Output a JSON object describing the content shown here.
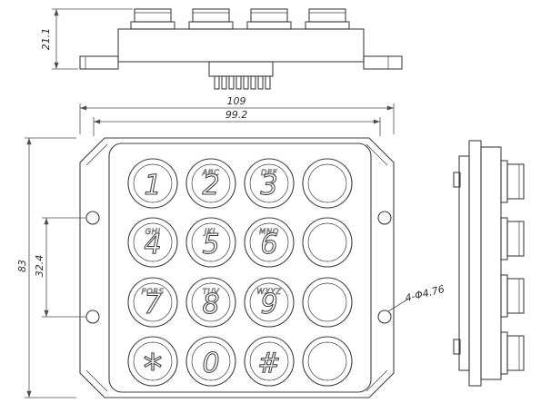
{
  "page": {
    "background": "#ffffff",
    "line_color": "#3f3f3f"
  },
  "dims": {
    "side_height": "21.1",
    "overall_width": "109",
    "inner_width": "99.2",
    "overall_height": "83",
    "hole_spacing": "32.4",
    "holes_note": "4-Φ4.76"
  },
  "keys": [
    {
      "digit": "1",
      "letters": ""
    },
    {
      "digit": "2",
      "letters": "ABC"
    },
    {
      "digit": "3",
      "letters": "DEF"
    },
    {
      "digit": "",
      "letters": ""
    },
    {
      "digit": "4",
      "letters": "GHI"
    },
    {
      "digit": "5",
      "letters": "JKL"
    },
    {
      "digit": "6",
      "letters": "MNO"
    },
    {
      "digit": "",
      "letters": ""
    },
    {
      "digit": "7",
      "letters": "PQRS"
    },
    {
      "digit": "8",
      "letters": "TUV"
    },
    {
      "digit": "9",
      "letters": "WXYZ"
    },
    {
      "digit": "",
      "letters": ""
    },
    {
      "digit": "*",
      "letters": ""
    },
    {
      "digit": "0",
      "letters": ""
    },
    {
      "digit": "#",
      "letters": ""
    },
    {
      "digit": "",
      "letters": ""
    }
  ]
}
